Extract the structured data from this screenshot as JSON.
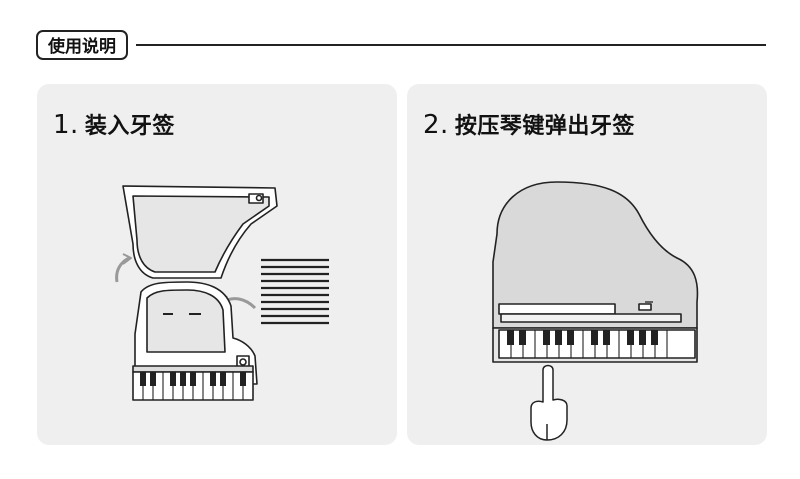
{
  "section": {
    "title": "使用说明"
  },
  "steps": [
    {
      "number": "1.",
      "title": "装入牙签"
    },
    {
      "number": "2.",
      "title": "按压琴键弹出牙签"
    }
  ]
}
